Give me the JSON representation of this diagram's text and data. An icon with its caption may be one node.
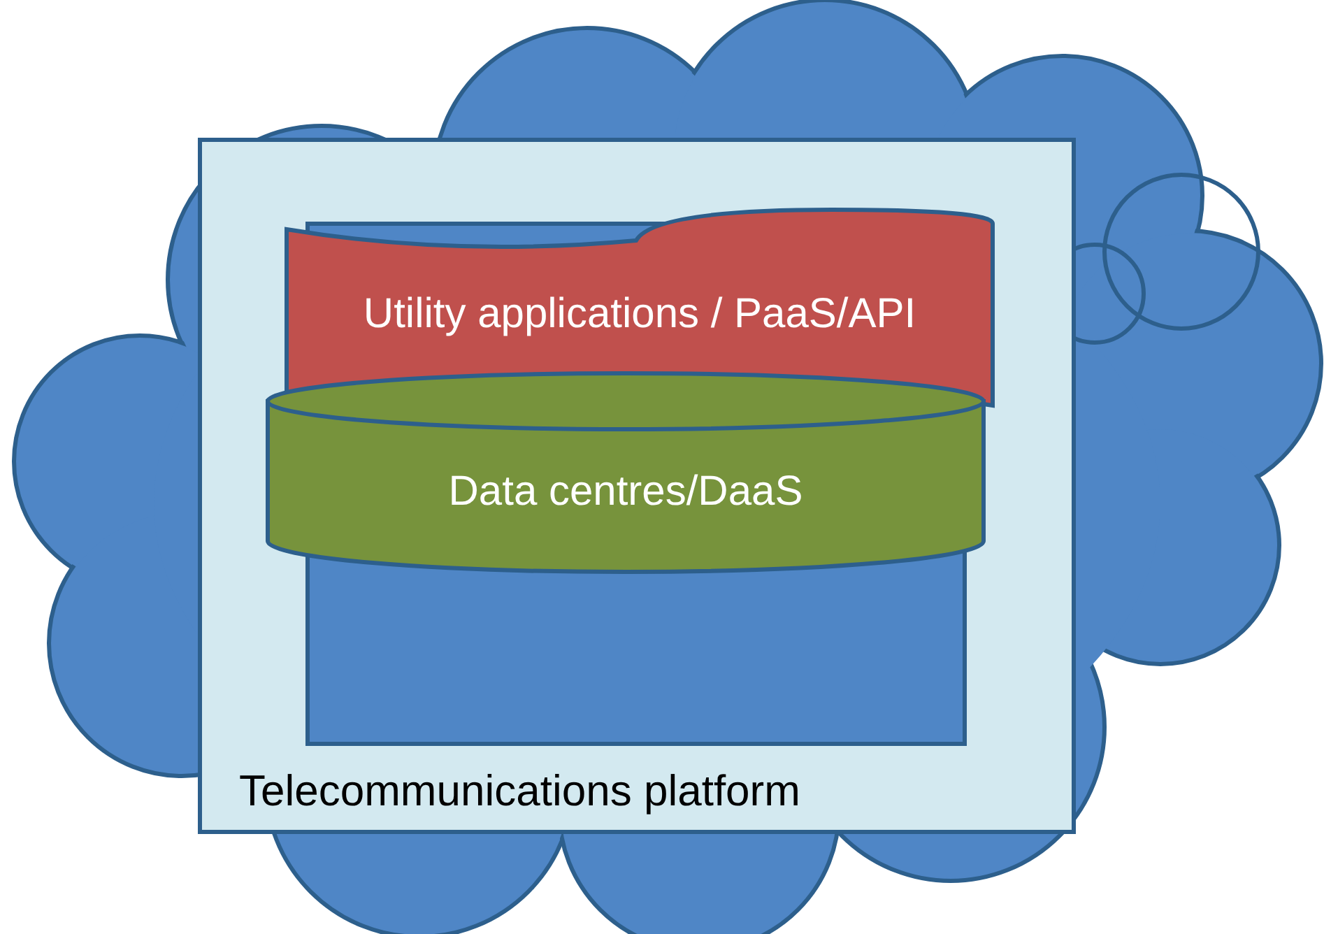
{
  "diagram": {
    "nodes": [
      {
        "text": [],
        "shape": "cloud"
      },
      {
        "text": [
          "Telecommunications platform"
        ],
        "in": 0
      },
      {
        "text": [],
        "shape": "box",
        "in": 1
      },
      {
        "text": [
          "Utility applications / PaaS/API"
        ],
        "in": 1
      },
      {
        "text": [
          "Data centres/DaaS"
        ],
        "in": 1
      }
    ]
  }
}
